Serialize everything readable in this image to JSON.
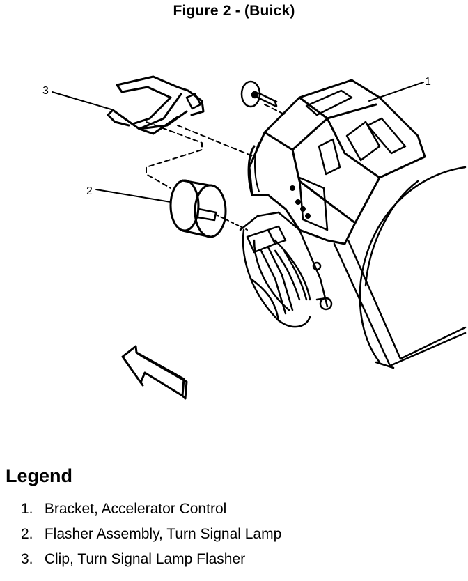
{
  "figure": {
    "title": "Figure 2 - (Buick)"
  },
  "callouts": [
    {
      "id": "1",
      "label": "1"
    },
    {
      "id": "2",
      "label": "2"
    },
    {
      "id": "3",
      "label": "3"
    }
  ],
  "legend": {
    "title": "Legend",
    "items": [
      {
        "number": "1.",
        "text": "Bracket, Accelerator Control"
      },
      {
        "number": "2.",
        "text": "Flasher Assembly, Turn Signal Lamp"
      },
      {
        "number": "3.",
        "text": "Clip, Turn Signal Lamp Flasher"
      }
    ]
  },
  "colors": {
    "ink": "#000000",
    "paper": "#ffffff"
  }
}
